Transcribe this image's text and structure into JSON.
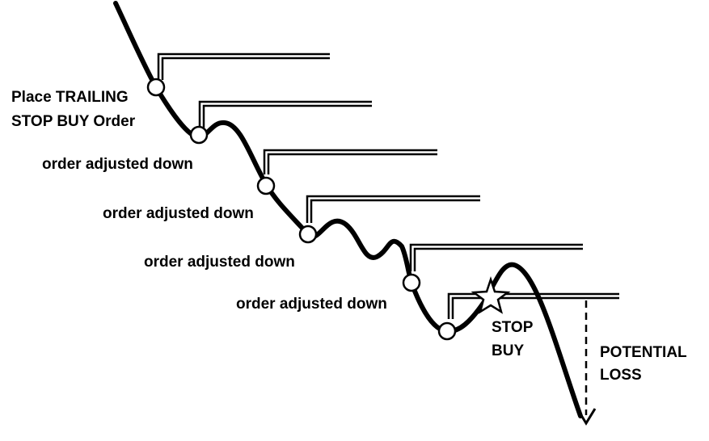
{
  "labels": {
    "place_order_line1": "Place TRAILING",
    "place_order_line2": "STOP BUY Order",
    "adjusted_1": "order adjusted down",
    "adjusted_2": "order adjusted down",
    "adjusted_3": "order adjusted down",
    "adjusted_4": "order adjusted down",
    "stop_line1": "STOP",
    "stop_line2": "BUY",
    "loss_line1": "POTENTIAL",
    "loss_line2": "LOSS"
  },
  "colors": {
    "ink": "#000000",
    "background": "#ffffff"
  },
  "icons": {
    "adjust_point": "circle-marker-icon",
    "trigger_point": "star-icon",
    "loss_arrow": "arrow-down-icon"
  }
}
